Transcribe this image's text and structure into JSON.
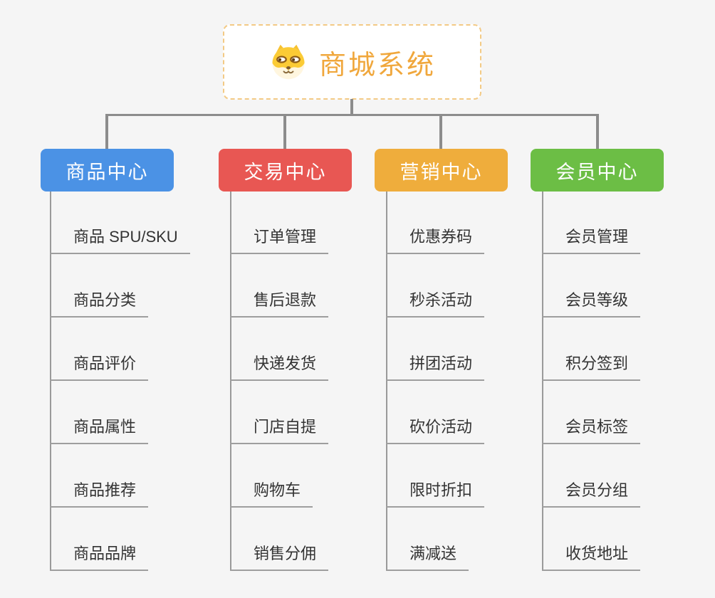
{
  "root": {
    "title": "商城系统",
    "icon": "dog-face-icon"
  },
  "branches": [
    {
      "label": "商品中心",
      "color": "#4b92e5",
      "children": [
        "商品 SPU/SKU",
        "商品分类",
        "商品评价",
        "商品属性",
        "商品推荐",
        "商品品牌"
      ]
    },
    {
      "label": "交易中心",
      "color": "#e85753",
      "children": [
        "订单管理",
        "售后退款",
        "快递发货",
        "门店自提",
        "购物车",
        "销售分佣"
      ]
    },
    {
      "label": "营销中心",
      "color": "#efad3c",
      "children": [
        "优惠券码",
        "秒杀活动",
        "拼团活动",
        "砍价活动",
        "限时折扣",
        "满减送"
      ]
    },
    {
      "label": "会员中心",
      "color": "#6cbe45",
      "children": [
        "会员管理",
        "会员等级",
        "积分签到",
        "会员标签",
        "会员分组",
        "收货地址"
      ]
    }
  ],
  "palette": {
    "background": "#f5f5f5",
    "root_text": "#f0a73c",
    "root_border": "#f3ca85",
    "connector": "#8c8c8c",
    "leaf_line": "#9e9e9e",
    "leaf_text": "#333333"
  }
}
